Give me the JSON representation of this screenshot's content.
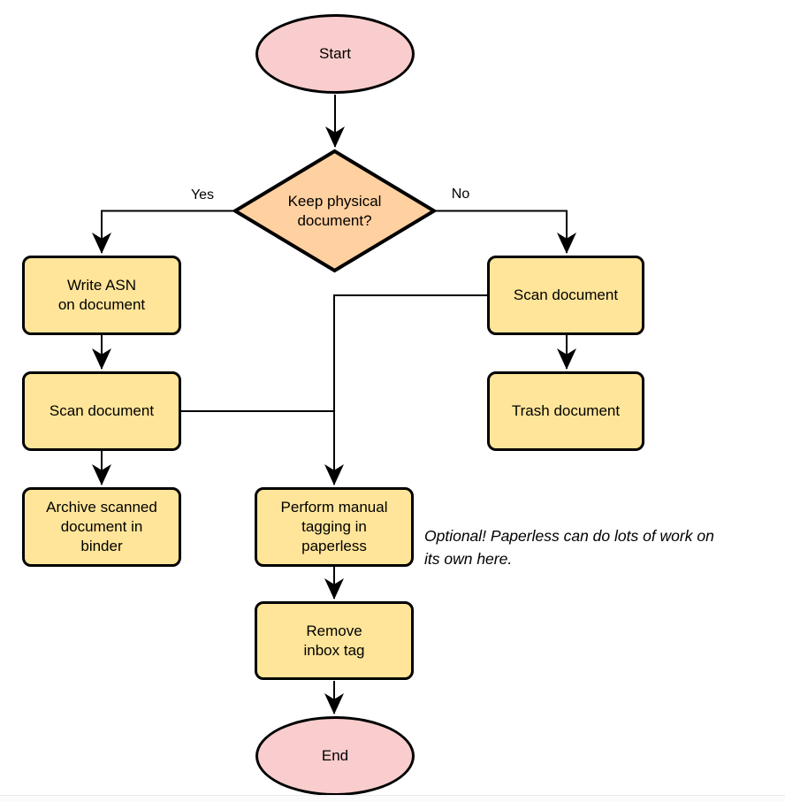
{
  "diagram": {
    "type": "flowchart",
    "nodes": {
      "start": {
        "shape": "terminator",
        "lines": [
          "Start"
        ]
      },
      "decision": {
        "shape": "decision",
        "lines": [
          "Keep physical",
          "document?"
        ]
      },
      "write_asn": {
        "shape": "process",
        "lines": [
          "Write ASN",
          "on document"
        ]
      },
      "scan_left": {
        "shape": "process",
        "lines": [
          "Scan document"
        ]
      },
      "archive": {
        "shape": "process",
        "lines": [
          "Archive scanned",
          "document in",
          "binder"
        ]
      },
      "scan_right": {
        "shape": "process",
        "lines": [
          "Scan document"
        ]
      },
      "trash": {
        "shape": "process",
        "lines": [
          "Trash document"
        ]
      },
      "tagging": {
        "shape": "process",
        "lines": [
          "Perform manual",
          "tagging in",
          "paperless"
        ]
      },
      "remove_inbox": {
        "shape": "process",
        "lines": [
          "Remove",
          "inbox tag"
        ]
      },
      "end": {
        "shape": "terminator",
        "lines": [
          "End"
        ]
      }
    },
    "edge_labels": {
      "yes": "Yes",
      "no": "No"
    },
    "annotation": {
      "lines": [
        "Optional! Paperless can do lots of work on",
        "its own here."
      ]
    },
    "colors": {
      "terminator_fill": "#f9cdcd",
      "decision_fill": "#ffd0a0",
      "process_fill": "#ffe599",
      "stroke": "#000000",
      "edge": "#000000"
    }
  }
}
